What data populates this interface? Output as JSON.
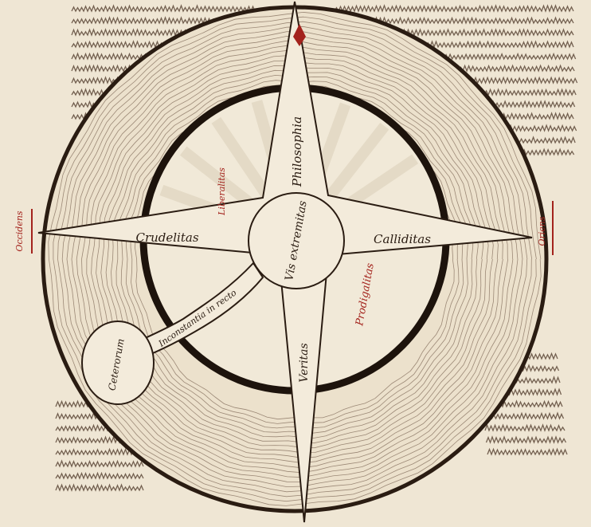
{
  "colors": {
    "parchment": "#efe6d4",
    "ink": "#2a1c12",
    "rubric": "#a3221c",
    "shade": "#dcd3c0"
  },
  "labels": {
    "center": "Vis extremitas",
    "north": "Philosophia",
    "south": "Veritas",
    "west": "Crudelitas",
    "east": "Calliditas",
    "nw": "Liberalitas",
    "se": "Prodigalitas",
    "oval": "Ceterorum",
    "ribbon": "Inconstantia in recto",
    "left_edge": "Occidens",
    "right_edge": "Oriens"
  }
}
